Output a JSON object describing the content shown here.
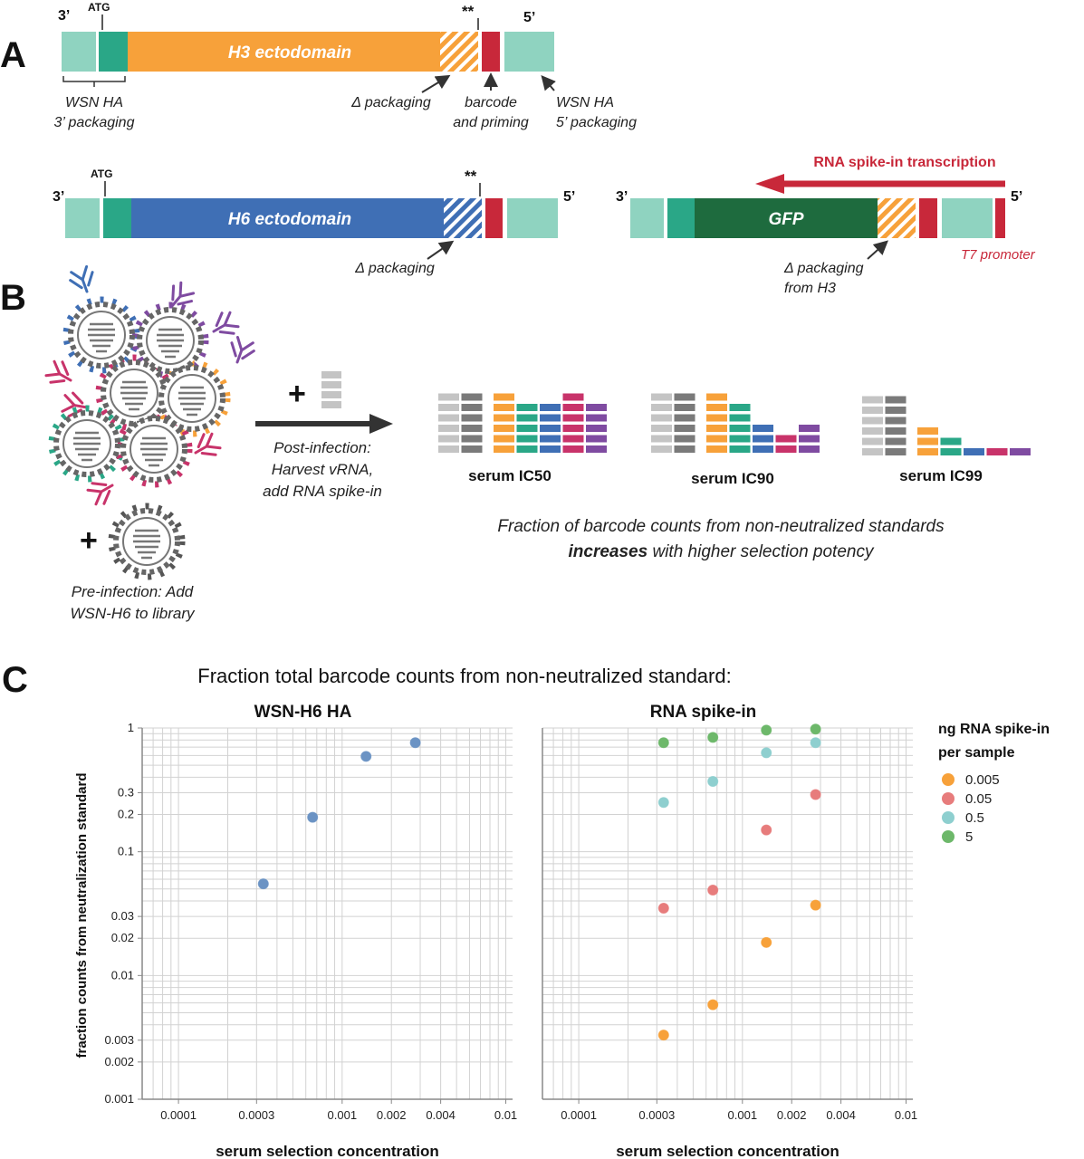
{
  "colors": {
    "teal_light": "#8fd3c0",
    "teal_dark": "#2aa787",
    "orange": "#f7a13a",
    "blue": "#3f6fb5",
    "red": "#c8283a",
    "green_dark": "#1e6b3e",
    "purple": "#7f4ba1",
    "pink": "#c8336a",
    "grey_light": "#c4c4c4",
    "grey_dark": "#7a7a7a",
    "dot_blue": "#6b93c4",
    "dot_orange": "#f7a13a",
    "dot_red": "#e77c7c",
    "dot_cyan": "#8ecfcf",
    "dot_green": "#6db86a"
  },
  "panelA": {
    "label": "A",
    "h3": {
      "end3": "3’",
      "end5": "5’",
      "atg": "ATG",
      "stars": "**",
      "name": "H3 ectodomain",
      "lbl_wsn3_1": "WSN HA",
      "lbl_wsn3_2": "3’ packaging",
      "lbl_delta": "Δ packaging",
      "lbl_barcode_1": "barcode",
      "lbl_barcode_2": "and priming",
      "lbl_wsn5_1": "WSN HA",
      "lbl_wsn5_2": "5’ packaging"
    },
    "h6": {
      "end3": "3’",
      "end5": "5’",
      "atg": "ATG",
      "stars": "**",
      "name": "H6 ectodomain",
      "lbl_delta": "Δ packaging"
    },
    "gfp": {
      "end3": "3’",
      "end5": "5’",
      "name": "GFP",
      "transcription": "RNA spike-in transcription",
      "lbl_delta_1": "Δ packaging",
      "lbl_delta_2": "from H3",
      "t7": "T7 promoter"
    }
  },
  "panelB": {
    "label": "B",
    "plus": "+",
    "post_1": "Post-infection:",
    "post_2": "Harvest vRNA,",
    "post_3": "add RNA spike-in",
    "pre_1": "Pre-infection: Add",
    "pre_2": "WSN-H6 to library",
    "ic50": "serum IC50",
    "ic90": "serum IC90",
    "ic99": "serum IC99",
    "caption_1": "Fraction of barcode counts from non-neutralized standards",
    "caption_2_bold": "increases",
    "caption_2_rest": " with higher selection potency"
  },
  "panelC": {
    "label": "C",
    "heading": "Fraction total barcode counts from non-neutralized standard:",
    "ylabel": "fraction counts from neutralization standard",
    "xlabel": "serum selection concentration"
  },
  "chart_data": [
    {
      "type": "scatter",
      "title": "WSN-H6 HA",
      "xlabel": "serum selection concentration",
      "ylabel": "fraction counts from neutralization standard",
      "xscale": "log",
      "yscale": "log",
      "xlim": [
        6e-05,
        0.011
      ],
      "ylim": [
        0.001,
        1
      ],
      "xticks": [
        "0.0001",
        "0.0003",
        "0.001",
        "0.002",
        "0.004",
        "0.01"
      ],
      "yticks": [
        "0.001",
        "0.002",
        "0.003",
        "0.01",
        "0.02",
        "0.03",
        "0.1",
        "0.2",
        "0.3",
        "1"
      ],
      "grid": true,
      "series": [
        {
          "color": "#6b93c4",
          "points": [
            [
              0.00033,
              0.055
            ],
            [
              0.00066,
              0.19
            ],
            [
              0.0014,
              0.59
            ],
            [
              0.0028,
              0.76
            ]
          ]
        }
      ]
    },
    {
      "type": "scatter",
      "title": "RNA spike-in",
      "xlabel": "serum selection concentration",
      "xscale": "log",
      "yscale": "log",
      "xlim": [
        6e-05,
        0.011
      ],
      "ylim": [
        0.001,
        1
      ],
      "xticks": [
        "0.0001",
        "0.0003",
        "0.001",
        "0.002",
        "0.004",
        "0.01"
      ],
      "grid": true,
      "legend_title_1": "ng RNA spike-in",
      "legend_title_2": "per sample",
      "legend_position": "right",
      "series": [
        {
          "name": "0.005",
          "color": "#f7a13a",
          "points": [
            [
              0.00033,
              0.0033
            ],
            [
              0.00066,
              0.0058
            ],
            [
              0.0014,
              0.0185
            ],
            [
              0.0028,
              0.037
            ]
          ]
        },
        {
          "name": "0.05",
          "color": "#e77c7c",
          "points": [
            [
              0.00033,
              0.035
            ],
            [
              0.00066,
              0.049
            ],
            [
              0.0014,
              0.15
            ],
            [
              0.0028,
              0.29
            ]
          ]
        },
        {
          "name": "0.5",
          "color": "#8ecfcf",
          "points": [
            [
              0.00033,
              0.25
            ],
            [
              0.00066,
              0.37
            ],
            [
              0.0014,
              0.63
            ],
            [
              0.0028,
              0.76
            ]
          ]
        },
        {
          "name": "5",
          "color": "#6db86a",
          "points": [
            [
              0.00033,
              0.76
            ],
            [
              0.00066,
              0.84
            ],
            [
              0.0014,
              0.96
            ],
            [
              0.0028,
              0.98
            ]
          ]
        }
      ]
    }
  ]
}
